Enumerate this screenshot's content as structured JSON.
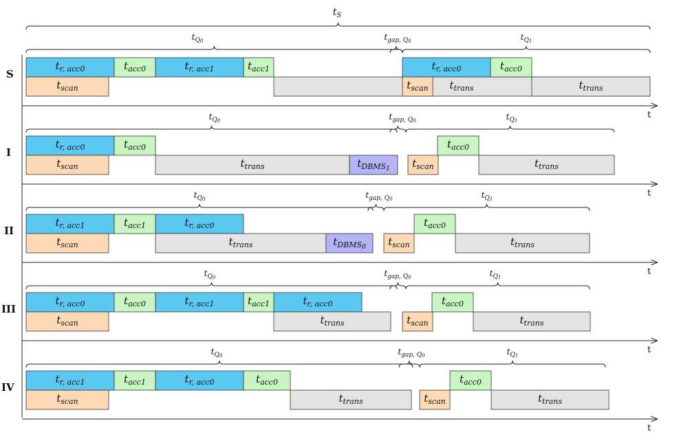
{
  "colors": {
    "r_acc": "#5bc8f2",
    "acc": "#c9f5c3",
    "scan": "#fdd9b5",
    "trans": "#e3e3e3",
    "dbms": "#b3b3f5",
    "stroke": "#333333"
  },
  "axis_label": "t",
  "total_brace": {
    "main": "t",
    "sub": "S"
  },
  "rows": [
    {
      "id": "S",
      "label": "S",
      "braces": [
        {
          "main": "t",
          "sub": "Q",
          "subsub": "0"
        },
        {
          "main": "t",
          "sub": "gap, Q",
          "subsub": "0"
        },
        {
          "main": "t",
          "sub": "Q",
          "subsub": "1"
        }
      ],
      "blocks": [
        {
          "kind": "r_acc",
          "main": "t",
          "sub": "r, acc0"
        },
        {
          "kind": "acc",
          "main": "t",
          "sub": "acc0"
        },
        {
          "kind": "r_acc",
          "main": "t",
          "sub": "r, acc1"
        },
        {
          "kind": "acc",
          "main": "t",
          "sub": "acc1"
        },
        {
          "kind": "scan",
          "main": "t",
          "sub": "scan"
        },
        {
          "kind": "trans",
          "main": "t",
          "sub": "trans"
        },
        {
          "kind": "r_acc",
          "main": "t",
          "sub": "r, acc0"
        },
        {
          "kind": "acc",
          "main": "t",
          "sub": "acc0"
        },
        {
          "kind": "scan",
          "main": "t",
          "sub": "scan"
        },
        {
          "kind": "trans",
          "main": "t",
          "sub": "trans"
        }
      ]
    },
    {
      "id": "I",
      "label": "I",
      "braces": [
        {
          "main": "t",
          "sub": "Q",
          "subsub": "0"
        },
        {
          "main": "t",
          "sub": "gap, Q",
          "subsub": "0"
        },
        {
          "main": "t",
          "sub": "Q",
          "subsub": "1"
        }
      ],
      "blocks": [
        {
          "kind": "r_acc",
          "main": "t",
          "sub": "r, acc0"
        },
        {
          "kind": "acc",
          "main": "t",
          "sub": "acc0"
        },
        {
          "kind": "scan",
          "main": "t",
          "sub": "scan"
        },
        {
          "kind": "trans",
          "main": "t",
          "sub": "trans"
        },
        {
          "kind": "dbms",
          "main": "t",
          "sub": "DBMS",
          "subsub": "1"
        },
        {
          "kind": "scan",
          "main": "t",
          "sub": "scan"
        },
        {
          "kind": "acc",
          "main": "t",
          "sub": "acc0"
        },
        {
          "kind": "trans",
          "main": "t",
          "sub": "trans"
        }
      ]
    },
    {
      "id": "II",
      "label": "II",
      "braces": [
        {
          "main": "t",
          "sub": "Q",
          "subsub": "0"
        },
        {
          "main": "t",
          "sub": "gap, Q",
          "subsub": "0"
        },
        {
          "main": "t",
          "sub": "Q",
          "subsub": "1"
        }
      ],
      "blocks": [
        {
          "kind": "r_acc",
          "main": "t",
          "sub": "r, acc1"
        },
        {
          "kind": "acc",
          "main": "t",
          "sub": "acc1"
        },
        {
          "kind": "r_acc",
          "main": "t",
          "sub": "r, acc0"
        },
        {
          "kind": "scan",
          "main": "t",
          "sub": "scan"
        },
        {
          "kind": "trans",
          "main": "t",
          "sub": "trans"
        },
        {
          "kind": "dbms",
          "main": "t",
          "sub": "DBMS",
          "subsub": "0"
        },
        {
          "kind": "scan",
          "main": "t",
          "sub": "scan"
        },
        {
          "kind": "acc",
          "main": "t",
          "sub": "acc0"
        },
        {
          "kind": "trans",
          "main": "t",
          "sub": "trans"
        }
      ]
    },
    {
      "id": "III",
      "label": "III",
      "braces": [
        {
          "main": "t",
          "sub": "Q",
          "subsub": "0"
        },
        {
          "main": "t",
          "sub": "gap, Q",
          "subsub": "0"
        },
        {
          "main": "t",
          "sub": "Q",
          "subsub": "1"
        }
      ],
      "blocks": [
        {
          "kind": "r_acc",
          "main": "t",
          "sub": "r, acc0"
        },
        {
          "kind": "acc",
          "main": "t",
          "sub": "acc0"
        },
        {
          "kind": "r_acc",
          "main": "t",
          "sub": "r, acc1"
        },
        {
          "kind": "acc",
          "main": "t",
          "sub": "acc1"
        },
        {
          "kind": "r_acc",
          "main": "t",
          "sub": "r, acc0"
        },
        {
          "kind": "scan",
          "main": "t",
          "sub": "scan"
        },
        {
          "kind": "trans",
          "main": "t",
          "sub": "trans"
        },
        {
          "kind": "scan",
          "main": "t",
          "sub": "scan"
        },
        {
          "kind": "acc",
          "main": "t",
          "sub": "acc0"
        },
        {
          "kind": "trans",
          "main": "t",
          "sub": "trans"
        }
      ]
    },
    {
      "id": "IV",
      "label": "IV",
      "braces": [
        {
          "main": "t",
          "sub": "Q",
          "subsub": "0"
        },
        {
          "main": "t",
          "sub": "gap, Q",
          "subsub": "0"
        },
        {
          "main": "t",
          "sub": "Q",
          "subsub": "1"
        }
      ],
      "blocks": [
        {
          "kind": "r_acc",
          "main": "t",
          "sub": "r, acc1"
        },
        {
          "kind": "acc",
          "main": "t",
          "sub": "acc1"
        },
        {
          "kind": "r_acc",
          "main": "t",
          "sub": "r, acc0"
        },
        {
          "kind": "acc",
          "main": "t",
          "sub": "acc0"
        },
        {
          "kind": "scan",
          "main": "t",
          "sub": "scan"
        },
        {
          "kind": "trans",
          "main": "t",
          "sub": "trans"
        },
        {
          "kind": "scan",
          "main": "t",
          "sub": "scan"
        },
        {
          "kind": "acc",
          "main": "t",
          "sub": "acc0"
        },
        {
          "kind": "trans",
          "main": "t",
          "sub": "trans"
        }
      ]
    }
  ]
}
